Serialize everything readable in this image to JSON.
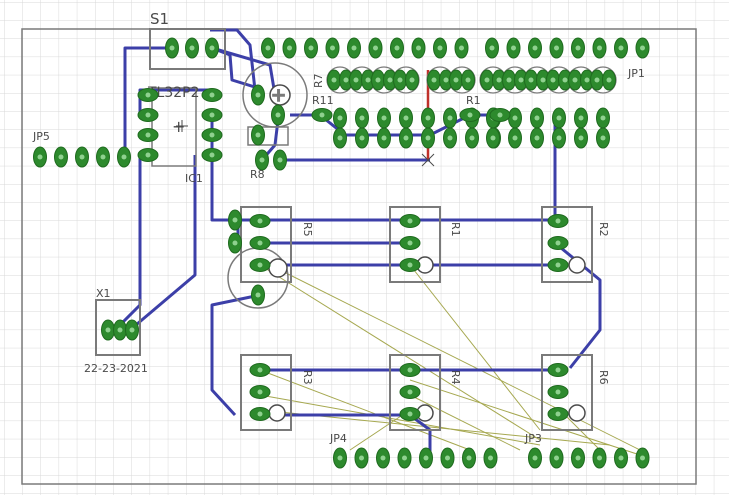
{
  "colors": {
    "grid": "#d9d9d9",
    "outline": "#7a7a7a",
    "trace": "#3c3fa8",
    "copper": "#2d8a2d",
    "copper_light": "#8fd18f",
    "silk": "#4a4a4a",
    "airwire": "#a6a850",
    "red_trace": "#c0302a"
  },
  "labels": {
    "s1": "S1",
    "ic1_part": "TL32P2",
    "ic1": "IC1",
    "jp5": "JP5",
    "jp1": "JP1",
    "jp4": "JP4",
    "jp3": "JP3",
    "x1": "X1",
    "date": "22-23-2021",
    "r1": "R1",
    "r2": "R2",
    "r3": "R3",
    "r4": "R4",
    "r5": "R5",
    "r6": "R6",
    "r7": "R7",
    "r8": "R8",
    "r11": "R11",
    "r1b": "R1"
  }
}
